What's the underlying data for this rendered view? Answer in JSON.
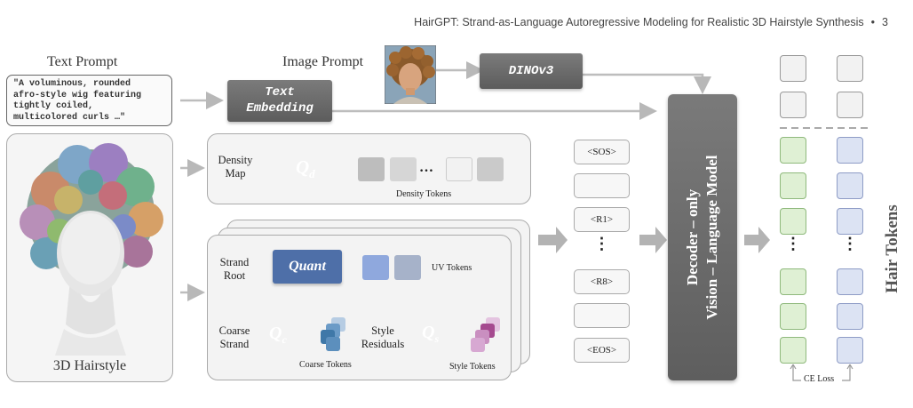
{
  "header": {
    "running_title": "HairGPT: Strand-as-Language Autoregressive Modeling for Realistic 3D Hairstyle Synthesis",
    "separator": "•",
    "page_number": "3"
  },
  "text_prompt": {
    "title": "Text Prompt",
    "content": "\"A voluminous, rounded\nafro-style wig featuring\ntightly coiled,\nmulticolored curls …\""
  },
  "image_prompt": {
    "title": "Image Prompt"
  },
  "dinov3": {
    "label": "DINOv3"
  },
  "text_embedding": {
    "line1": "Text",
    "line2": "Embedding"
  },
  "hairstyle": {
    "label": "3D Hairstyle"
  },
  "density": {
    "input_label_1": "Density",
    "input_label_2": "Map",
    "quantizer": "Q",
    "quantizer_sub": "d",
    "dots": "…",
    "tokens_label": "Density Tokens"
  },
  "uv": {
    "input_label_1": "Strand",
    "input_label_2": "Root",
    "quantizer": "Quant",
    "tokens_label": "UV Tokens"
  },
  "coarse": {
    "input_label_1": "Coarse",
    "input_label_2": "Strand",
    "quantizer": "Q",
    "quantizer_sub": "c",
    "tokens_label": "Coarse Tokens"
  },
  "style": {
    "input_label_1": "Style",
    "input_label_2": "Residuals",
    "quantizer": "Q",
    "quantizer_sub": "s",
    "tokens_label": "Style Tokens"
  },
  "sequence": {
    "sos": "<SOS>",
    "r1": "<R1>",
    "vdots": "⋮",
    "r8": "<R8>",
    "eos": "<EOS>"
  },
  "decoder": {
    "line1": "Decoder – only",
    "line2": "Vision – Language Model"
  },
  "hair_tokens": {
    "label": "Hair Tokens",
    "vdots": "⋮",
    "loss": "CE Loss"
  }
}
